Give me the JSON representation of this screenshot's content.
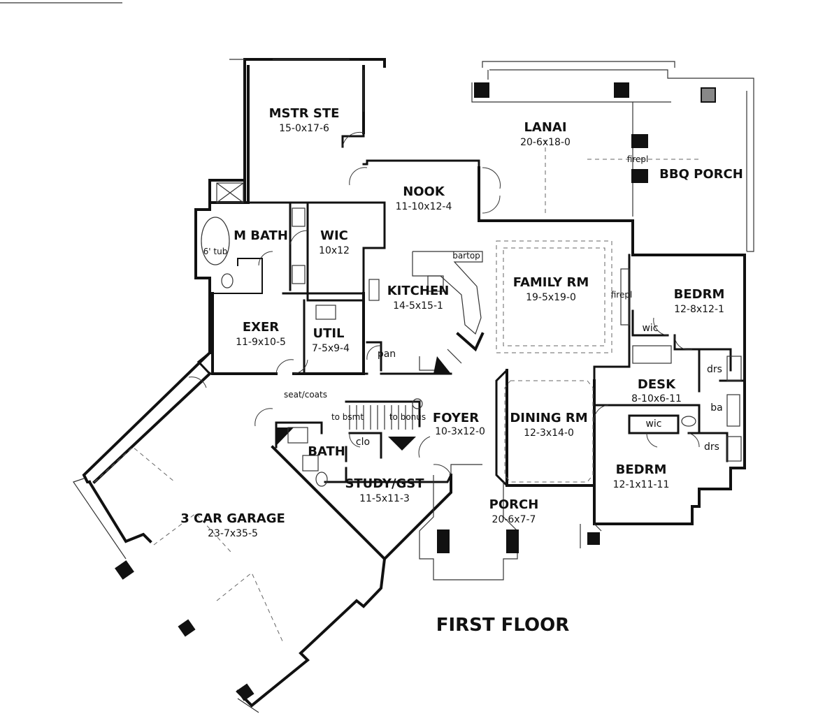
{
  "plan": {
    "title": "FIRST FLOOR",
    "rooms": [
      {
        "name": "MSTR STE",
        "dims": "15-0x17-6"
      },
      {
        "name": "LANAI",
        "dims": "20-6x18-0"
      },
      {
        "name": "BBQ PORCH",
        "dims": ""
      },
      {
        "name": "NOOK",
        "dims": "11-10x12-4"
      },
      {
        "name": "M BATH",
        "dims": ""
      },
      {
        "name": "WIC",
        "dims": "10x12"
      },
      {
        "name": "KITCHEN",
        "dims": "14-5x15-1"
      },
      {
        "name": "FAMILY RM",
        "dims": "19-5x19-0"
      },
      {
        "name": "BEDRM",
        "dims": "12-8x12-1"
      },
      {
        "name": "EXER",
        "dims": "11-9x10-5"
      },
      {
        "name": "UTIL",
        "dims": "7-5x9-4"
      },
      {
        "name": "DESK",
        "dims": "8-10x6-11"
      },
      {
        "name": "FOYER",
        "dims": "10-3x12-0"
      },
      {
        "name": "DINING RM",
        "dims": "12-3x14-0"
      },
      {
        "name": "BATH",
        "dims": ""
      },
      {
        "name": "STUDY/GST",
        "dims": "11-5x11-3"
      },
      {
        "name": "BEDRM",
        "dims": "12-1x11-11"
      },
      {
        "name": "PORCH",
        "dims": "20-6x7-7"
      },
      {
        "name": "3 CAR GARAGE",
        "dims": "23-7x35-5"
      }
    ],
    "notes": {
      "firepl_lanai": "firepl",
      "firepl_family": "firepl",
      "bartop": "bartop",
      "tub": "6' tub",
      "pan": "pan",
      "wic_bed": "wic",
      "wic_desk": "wic",
      "drs_1": "drs",
      "drs_2": "drs",
      "ba": "ba",
      "seat_coats": "seat/coats",
      "to_bsmt": "to bsmt",
      "to_bonus": "to bonus",
      "clo": "clo"
    }
  }
}
